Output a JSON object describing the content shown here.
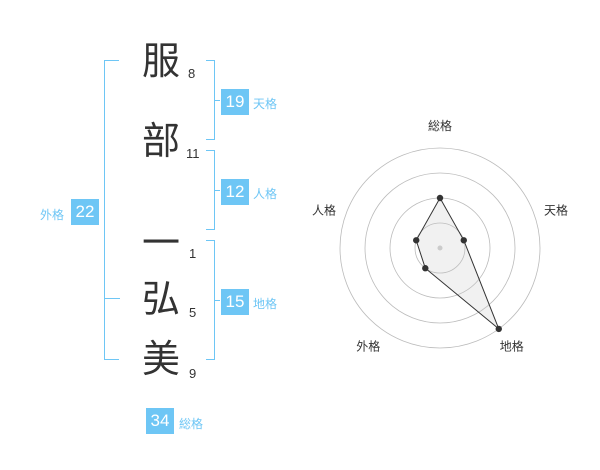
{
  "name_chars": [
    {
      "char": "服",
      "strokes": "8"
    },
    {
      "char": "部",
      "strokes": "11"
    },
    {
      "char": "一",
      "strokes": "1"
    },
    {
      "char": "弘",
      "strokes": "5"
    },
    {
      "char": "美",
      "strokes": "9"
    }
  ],
  "fortunes": {
    "tenkaku": {
      "value": "19",
      "label": "天格"
    },
    "jinkaku": {
      "value": "12",
      "label": "人格"
    },
    "chikaku": {
      "value": "15",
      "label": "地格"
    },
    "gaikaku": {
      "value": "22",
      "label": "外格"
    },
    "soukaku": {
      "value": "34",
      "label": "総格"
    }
  },
  "colors": {
    "accent": "#6ec6f5",
    "text": "#333333",
    "grid": "#bbbbbb"
  },
  "chart_data": {
    "type": "radar",
    "axes": [
      "総格",
      "天格",
      "地格",
      "外格",
      "人格"
    ],
    "values": [
      2,
      1,
      4,
      1,
      1
    ],
    "max": 4,
    "rings": 4
  }
}
